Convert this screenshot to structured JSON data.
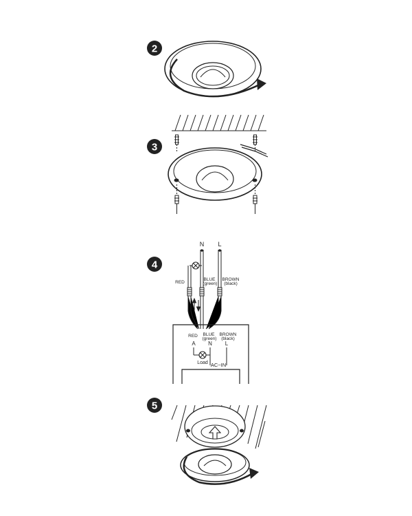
{
  "steps": [
    {
      "number": "2"
    },
    {
      "number": "3"
    },
    {
      "number": "4"
    },
    {
      "number": "5"
    }
  ],
  "wiring_top": {
    "neutral": "N",
    "live": "L",
    "red": "RED",
    "blue": "BLUE",
    "blue_alt": "(green)",
    "brown": "BROWN",
    "brown_alt": "(black)"
  },
  "terminal_block": {
    "red": "RED",
    "blue": "BLUE",
    "blue_alt": "(green)",
    "brown": "BROWN",
    "brown_alt": "(black)",
    "terminal_a": "A",
    "terminal_n": "N",
    "terminal_l": "L",
    "load": "Load",
    "input": "AC~IN"
  }
}
